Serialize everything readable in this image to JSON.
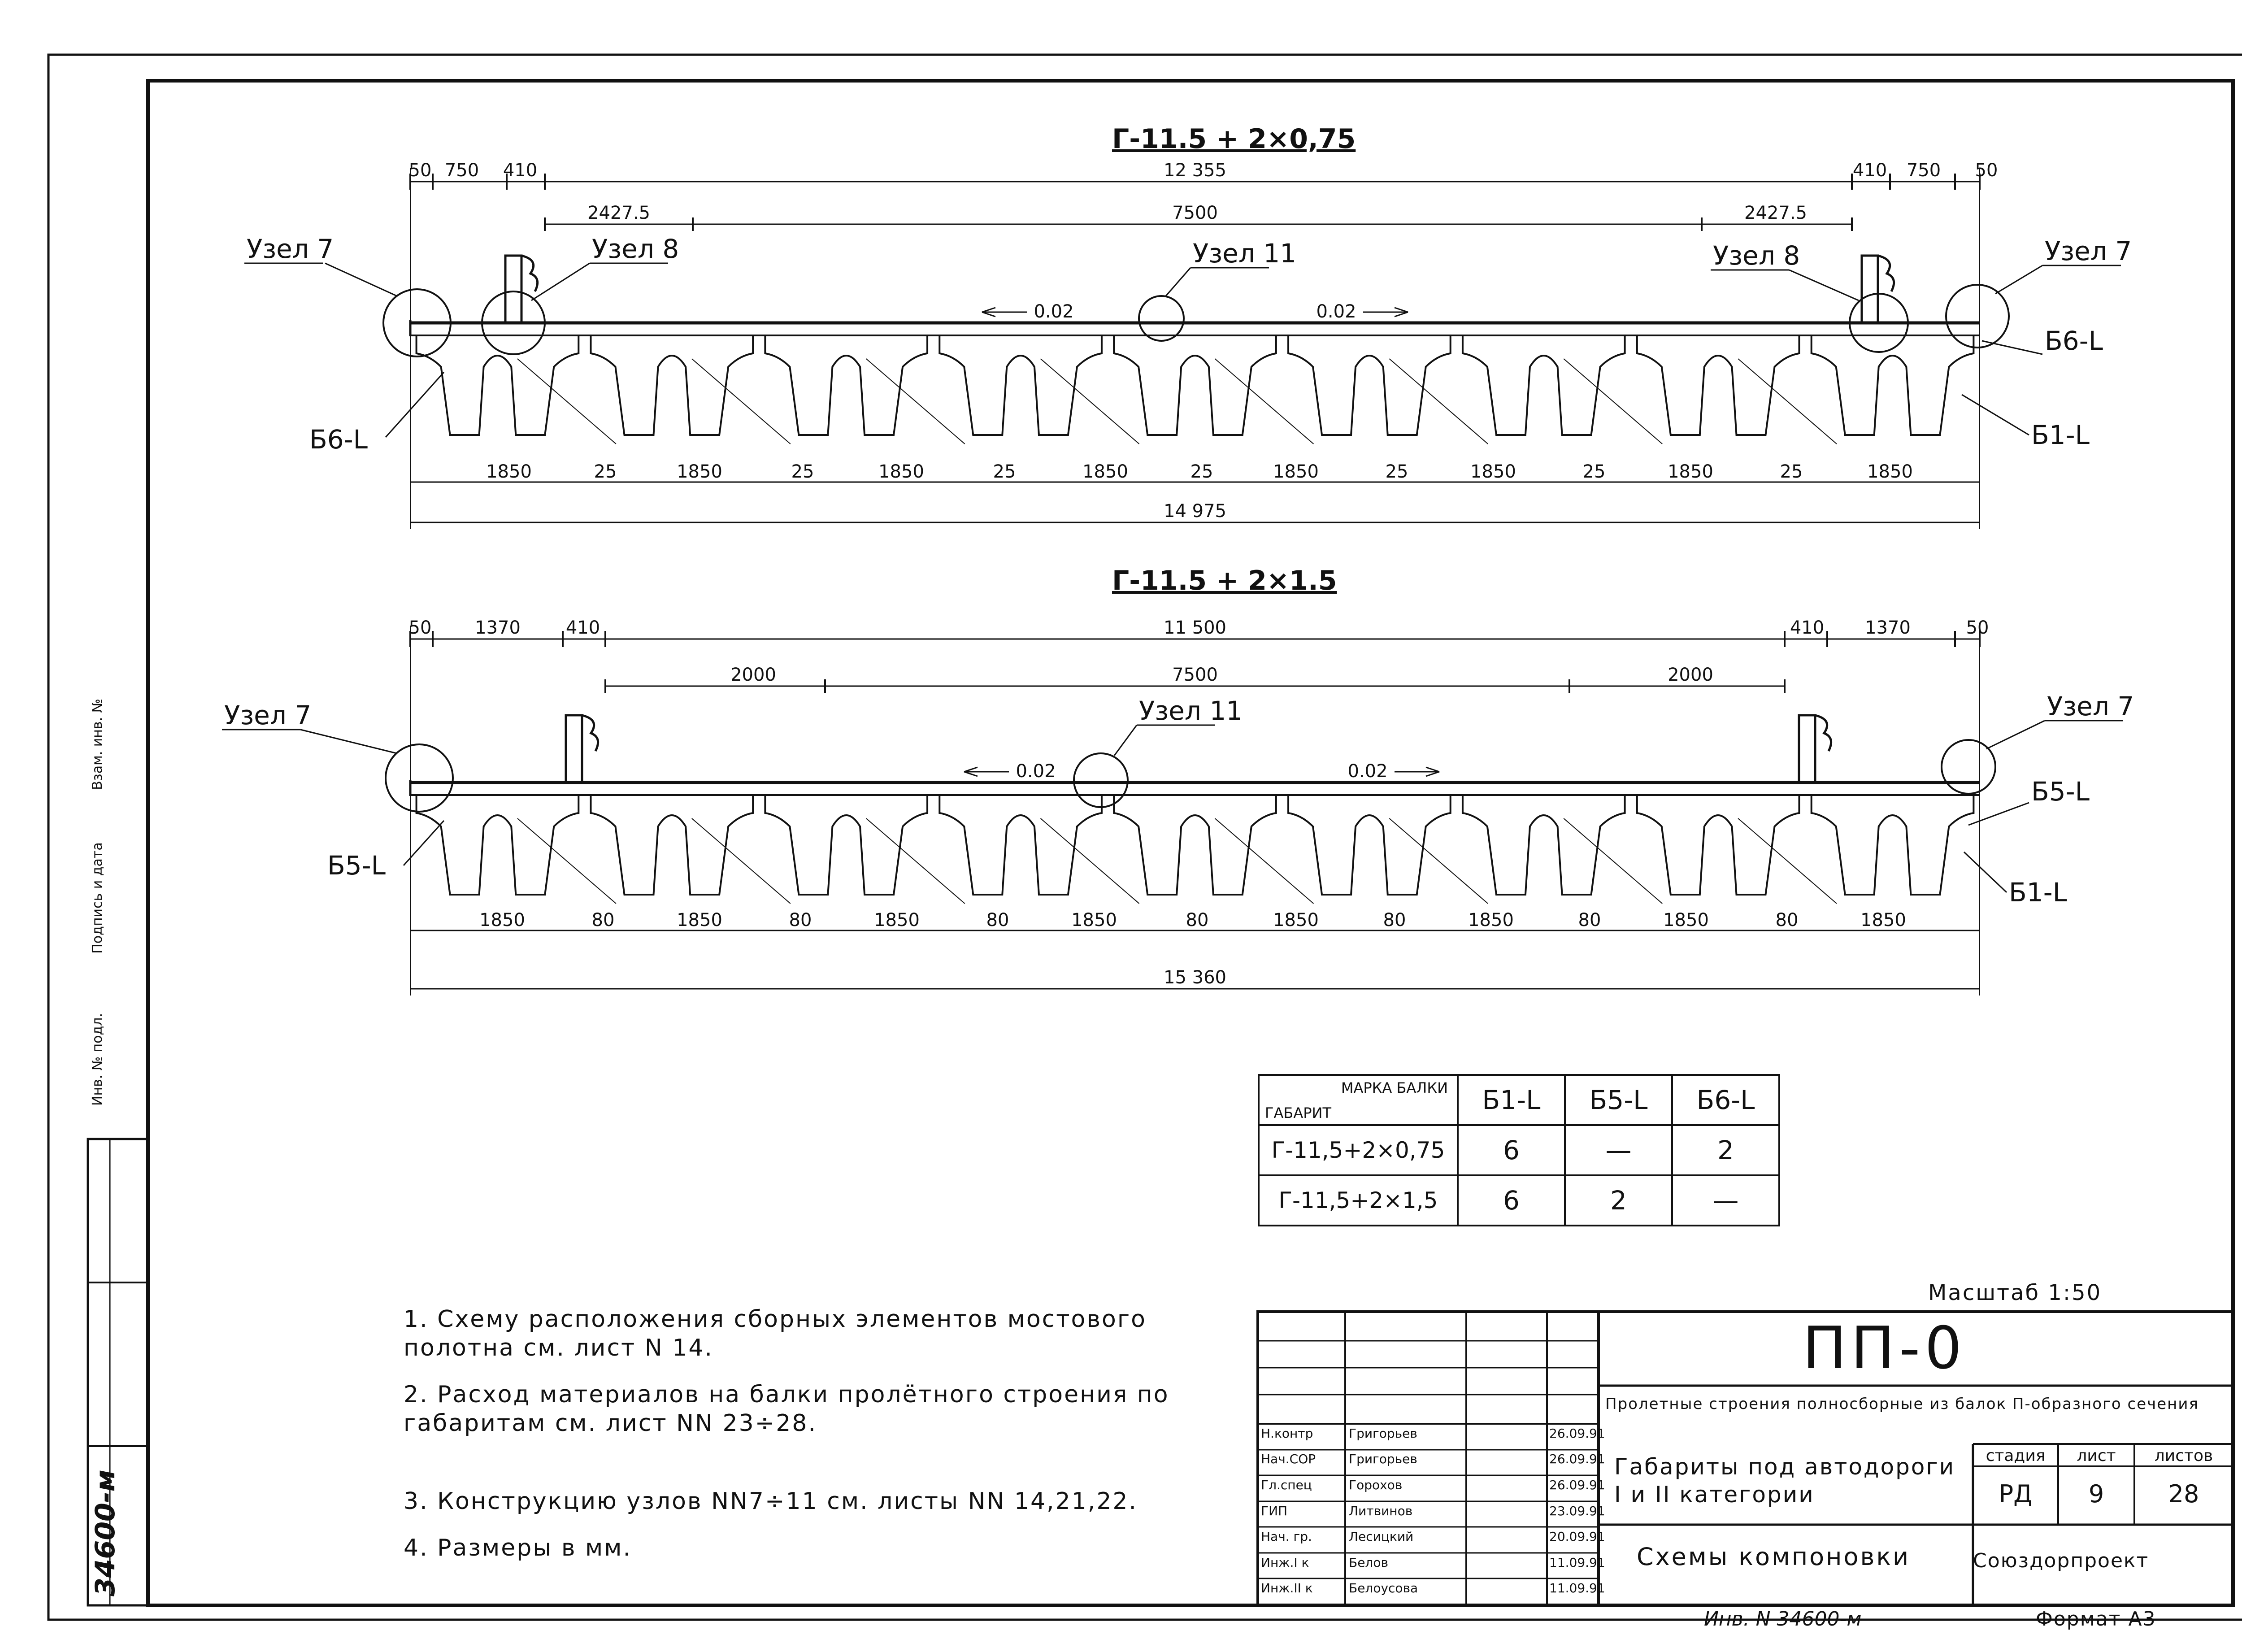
{
  "drawing1": {
    "title": "Г-11.5 + 2×0,75",
    "top_dims": [
      "50",
      "750",
      "410",
      "12 355",
      "410",
      "750",
      "50"
    ],
    "mid_dims": [
      "2427.5",
      "7500",
      "2427.5"
    ],
    "slopes": [
      "0.02",
      "0.02"
    ],
    "nodes": [
      "Узел 7",
      "Узел 8",
      "Узел 11",
      "Узел 8",
      "Узел 7"
    ],
    "beam_marks": [
      "Б6-L",
      "Б6-L",
      "Б1-L"
    ],
    "bottom_dims": [
      "1850",
      "25",
      "1850",
      "25",
      "1850",
      "25",
      "1850",
      "25",
      "1850",
      "25",
      "1850",
      "25",
      "1850",
      "25",
      "1850"
    ],
    "overall": "14 975"
  },
  "drawing2": {
    "title": "Г-11.5 + 2×1.5",
    "top_dims": [
      "50",
      "1370",
      "410",
      "11 500",
      "410",
      "1370",
      "50"
    ],
    "mid_dims": [
      "2000",
      "7500",
      "2000"
    ],
    "slopes": [
      "0.02",
      "0.02"
    ],
    "nodes": [
      "Узел 7",
      "Узел 11",
      "Узел 7"
    ],
    "beam_marks": [
      "Б5-L",
      "Б5-L",
      "Б1-L"
    ],
    "bottom_dims": [
      "1850",
      "80",
      "1850",
      "80",
      "1850",
      "80",
      "1850",
      "80",
      "1850",
      "80",
      "1850",
      "80",
      "1850",
      "80",
      "1850"
    ],
    "overall": "15 360"
  },
  "table": {
    "corner_top": "МАРКА БАЛКИ",
    "corner_bottom": "ГАБАРИТ",
    "columns": [
      "Б1-L",
      "Б5-L",
      "Б6-L"
    ],
    "rows": [
      {
        "label": "Г-11,5+2×0,75",
        "values": [
          "6",
          "—",
          "2"
        ]
      },
      {
        "label": "Г-11,5+2×1,5",
        "values": [
          "6",
          "2",
          "—"
        ]
      }
    ]
  },
  "notes": [
    "1. Схему расположения сборных элементов мостового полотна см. лист N 14.",
    "2. Расход материалов на балки пролётного строения по габаритам см. лист NN 23÷28.",
    "3. Конструкцию узлов NN7÷11 см. листы NN 14,21,22.",
    "4. Размеры в мм."
  ],
  "stamp": {
    "scale": "Масштаб 1:50",
    "code": "ПП-0",
    "description": "Пролетные строения полносборные из балок П-образного сечения",
    "subtitle": "Габариты под автодороги I и II категории",
    "sheet_name": "Схемы компоновки",
    "org": "Союздорпроект",
    "stage_header": "стадия",
    "sheet_header": "лист",
    "sheets_header": "листов",
    "stage": "РД",
    "sheet": "9",
    "sheets": "28",
    "staff": [
      {
        "role": "Н.контр",
        "name": "Григорьев",
        "date": "26.09.91"
      },
      {
        "role": "Нач.СОР",
        "name": "Григорьев",
        "date": "26.09.91"
      },
      {
        "role": "Гл.спец",
        "name": "Горохов",
        "date": "26.09.91"
      },
      {
        "role": "ГИП",
        "name": "Литвинов",
        "date": "23.09.91"
      },
      {
        "role": "Нач. гр.",
        "name": "Лесицкий",
        "date": "20.09.91"
      },
      {
        "role": "Инж.I к",
        "name": "Белов",
        "date": "11.09.91"
      },
      {
        "role": "Инж.II к",
        "name": "Белоусова",
        "date": "11.09.91"
      }
    ]
  },
  "side": {
    "inv_podl": "Инв. № подл.",
    "podpis": "Подпись и дата",
    "vzam": "Взам. инв. №",
    "inv_number": "34600-м"
  },
  "bottom": {
    "inv": "Инв. N 34600-м",
    "format": "Формат А3"
  }
}
